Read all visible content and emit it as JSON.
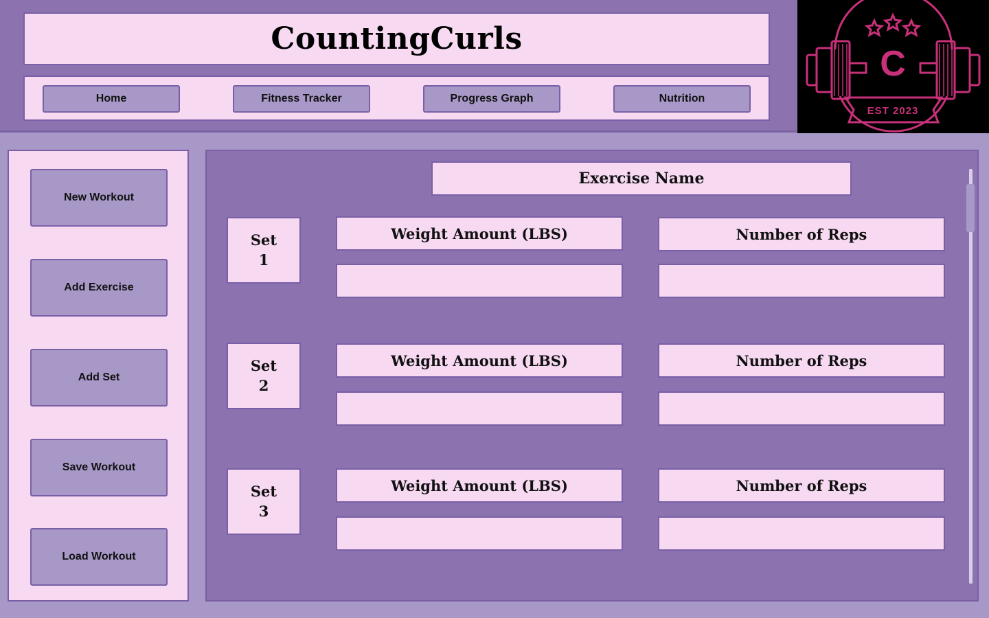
{
  "app": {
    "title": "CountingCurls"
  },
  "nav": {
    "items": [
      "Home",
      "Fitness Tracker",
      "Progress Graph",
      "Nutrition"
    ]
  },
  "logo": {
    "letter": "C",
    "est": "EST 2023",
    "colors": {
      "accent": "#c8307a",
      "bg": "#000000"
    }
  },
  "sidebar": {
    "buttons": [
      "New Workout",
      "Add Exercise",
      "Add Set",
      "Save Workout",
      "Load Workout"
    ]
  },
  "main": {
    "exercise_name": "Exercise Name",
    "sets": [
      {
        "label": "Set",
        "number": "1",
        "weight_label": "Weight Amount (LBS)",
        "reps_label": "Number of Reps",
        "weight_value": "",
        "reps_value": ""
      },
      {
        "label": "Set",
        "number": "2",
        "weight_label": "Weight Amount (LBS)",
        "reps_label": "Number of Reps",
        "weight_value": "",
        "reps_value": ""
      },
      {
        "label": "Set",
        "number": "3",
        "weight_label": "Weight Amount (LBS)",
        "reps_label": "Number of Reps",
        "weight_value": "",
        "reps_value": ""
      }
    ]
  },
  "colors": {
    "header_bg": "#8c73b0",
    "panel_pink": "#f7d9f2",
    "button_lavender": "#a898c8",
    "border": "#7a5fa6"
  }
}
